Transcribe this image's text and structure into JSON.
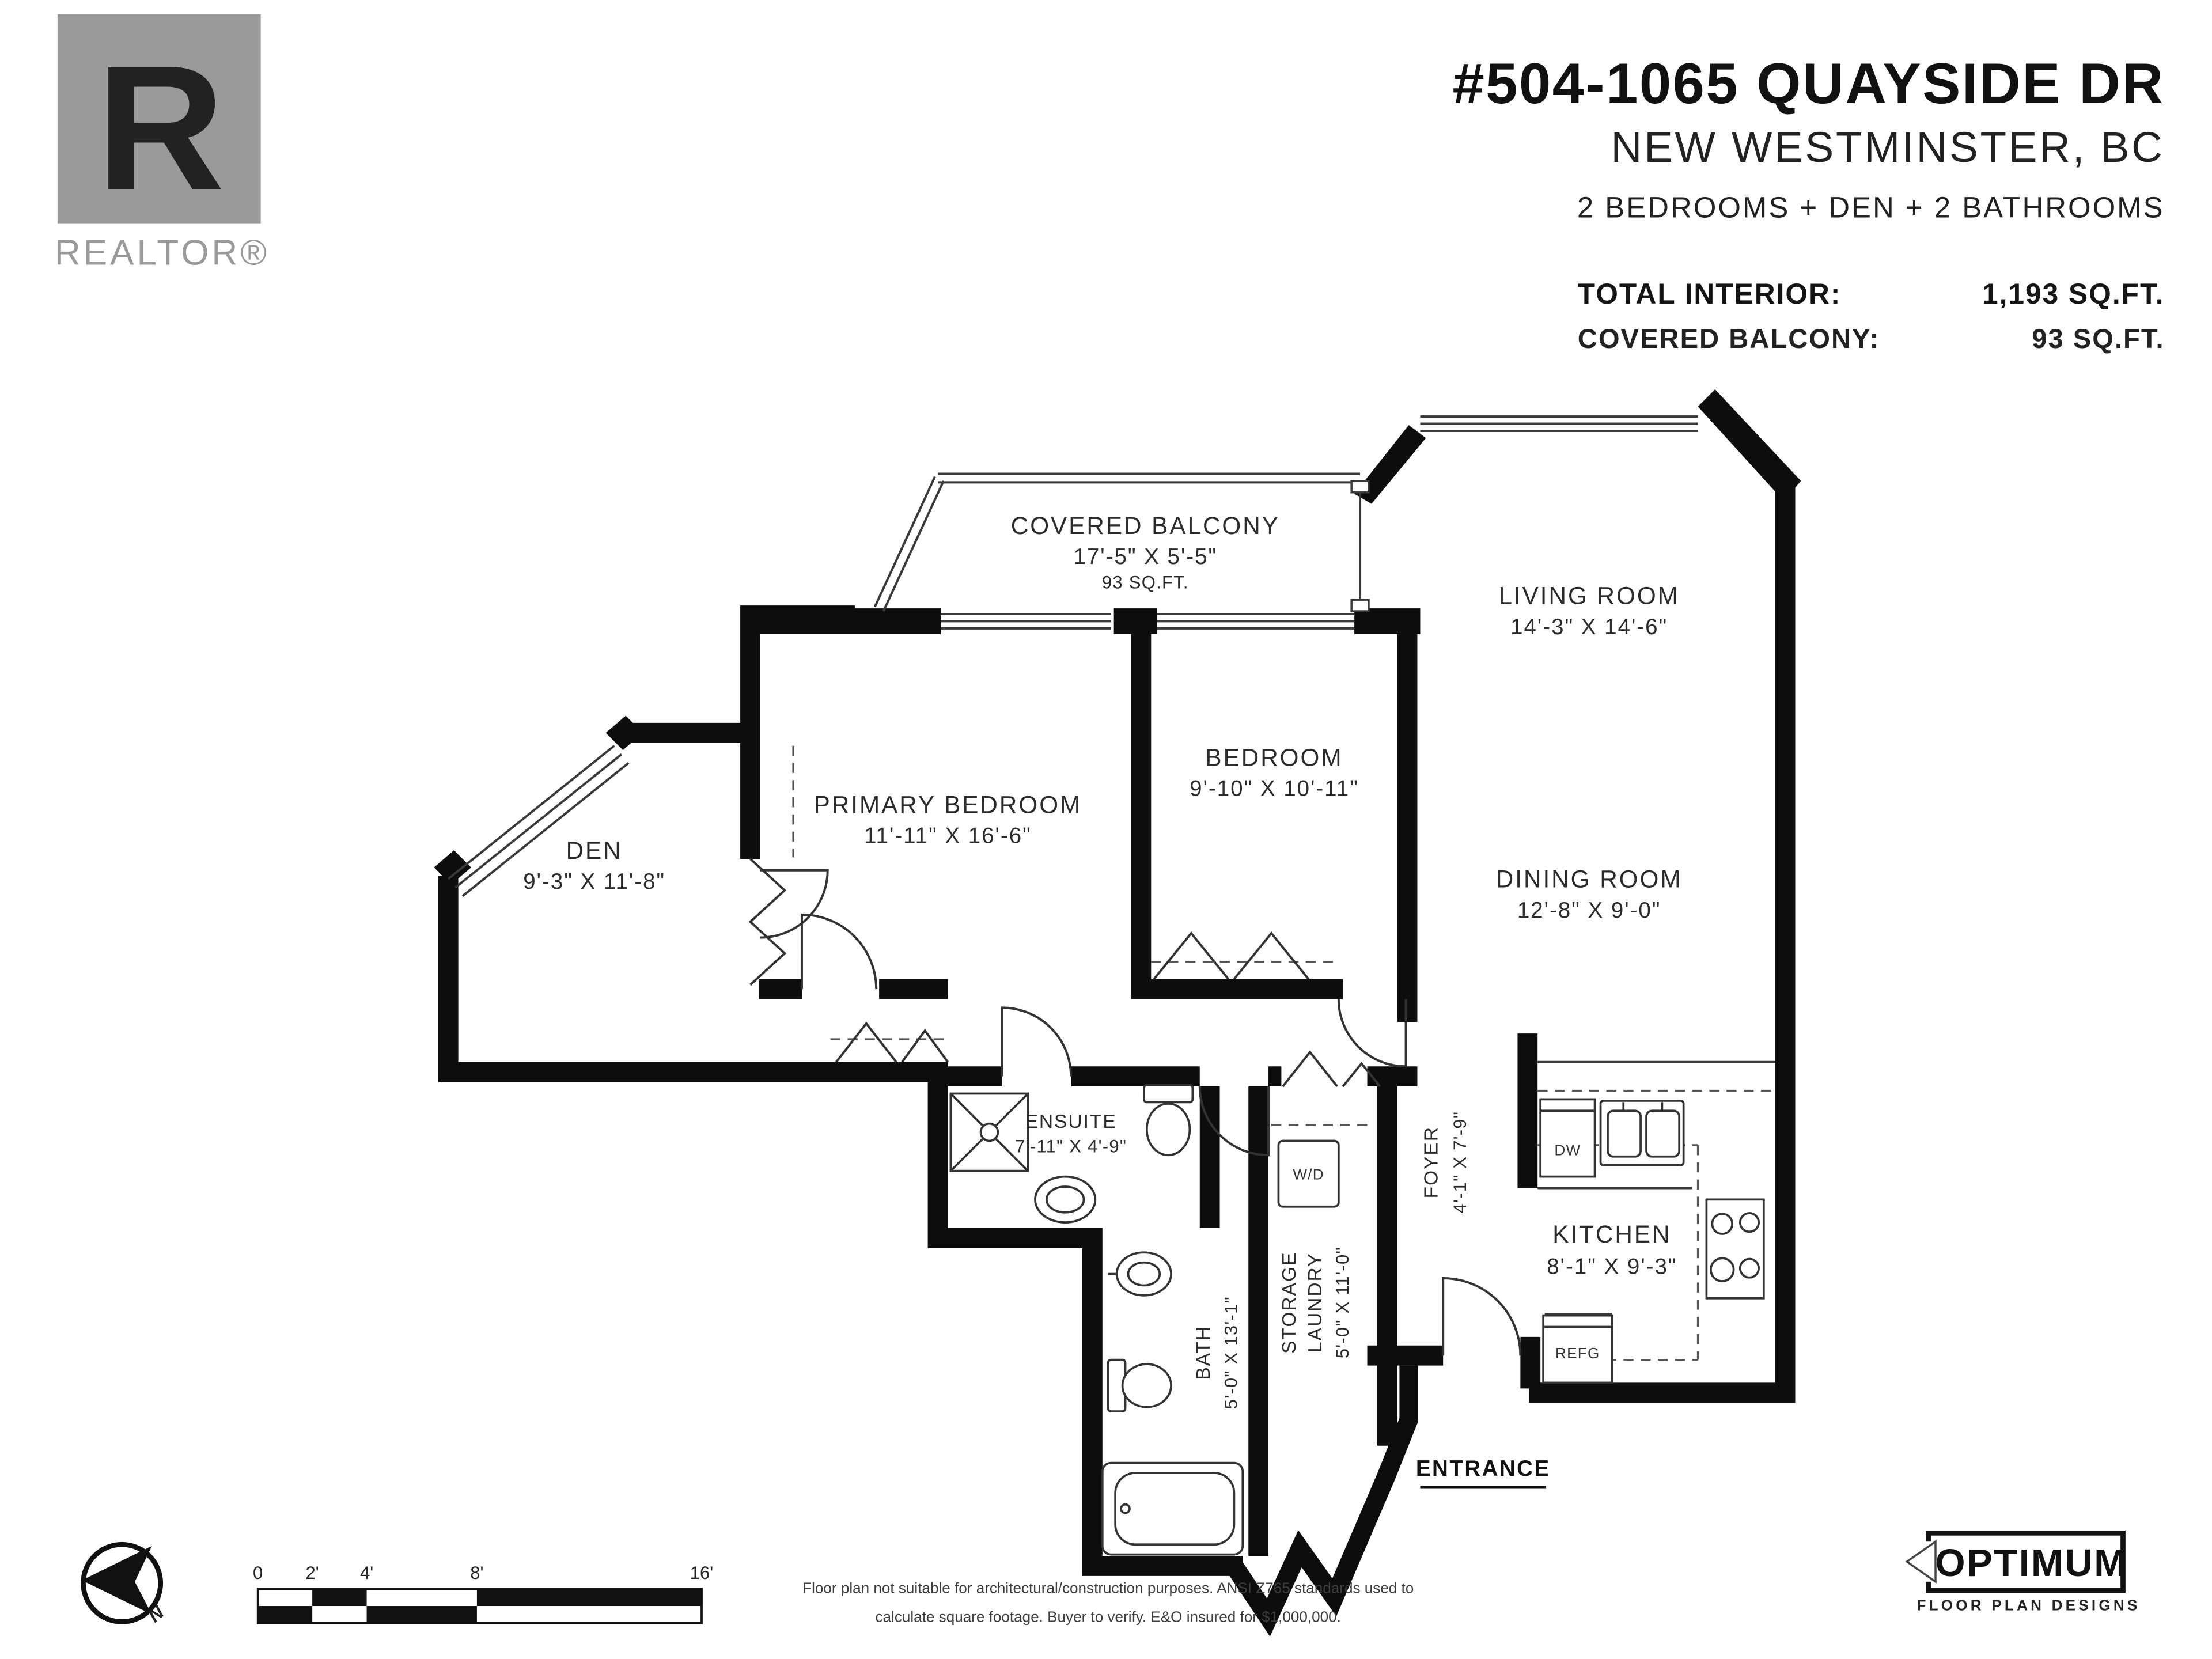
{
  "colors": {
    "wall": "#0d0d0d",
    "thin_line": "#3a3a3a",
    "door_line": "#333333",
    "text": "#222222",
    "brand_gray": "#9a9a9a",
    "background": "#ffffff"
  },
  "branding": {
    "realtor_letter": "R",
    "realtor_wordmark": "REALTOR®"
  },
  "header": {
    "address": "#504-1065 QUAYSIDE DR",
    "city": "NEW WESTMINSTER, BC",
    "summary": "2 BEDROOMS + DEN + 2 BATHROOMS",
    "stats": [
      {
        "label": "TOTAL INTERIOR:",
        "value": "1,193 SQ.FT."
      },
      {
        "label": "COVERED BALCONY:",
        "value": "93 SQ.FT."
      }
    ]
  },
  "rooms": {
    "balcony": {
      "name": "COVERED BALCONY",
      "dims": "17'-5\" X 5'-5\"",
      "area": "93 SQ.FT."
    },
    "living": {
      "name": "LIVING ROOM",
      "dims": "14'-3\" X 14'-6\""
    },
    "dining": {
      "name": "DINING ROOM",
      "dims": "12'-8\" X 9'-0\""
    },
    "bedroom": {
      "name": "BEDROOM",
      "dims": "9'-10\" X 10'-11\""
    },
    "primary": {
      "name": "PRIMARY BEDROOM",
      "dims": "11'-11\" X 16'-6\""
    },
    "den": {
      "name": "DEN",
      "dims": "9'-3\" X 11'-8\""
    },
    "ensuite": {
      "name": "ENSUITE",
      "dims": "7'-11\" X 4'-9\""
    },
    "kitchen": {
      "name": "KITCHEN",
      "dims": "8'-1\" X 9'-3\""
    },
    "foyer": {
      "name": "FOYER",
      "dims": "4'-1\" X 7'-9\""
    },
    "bath": {
      "name": "BATH",
      "dims": "5'-0\" X 13'-1\""
    },
    "storage": {
      "line1": "STORAGE",
      "line2": "LAUNDRY",
      "dims": "5'-0\" X 11'-0\""
    }
  },
  "appliances": {
    "dw": "DW",
    "refg": "REFG",
    "wd": "W/D"
  },
  "labels": {
    "entrance": "ENTRANCE"
  },
  "compass": {
    "north": "N"
  },
  "scalebar": {
    "ticks": [
      "0",
      "2'",
      "4'",
      "8'",
      "16'"
    ]
  },
  "footer": {
    "disclaimer1": "Floor plan not suitable for architectural/construction purposes. ANSI Z765 standards used to",
    "disclaimer2": "calculate square footage. Buyer to verify.  E&O insured for $1,000,000.",
    "optimum": "OPTIMUM",
    "optimum_tagline": "FLOOR PLAN DESIGNS"
  }
}
